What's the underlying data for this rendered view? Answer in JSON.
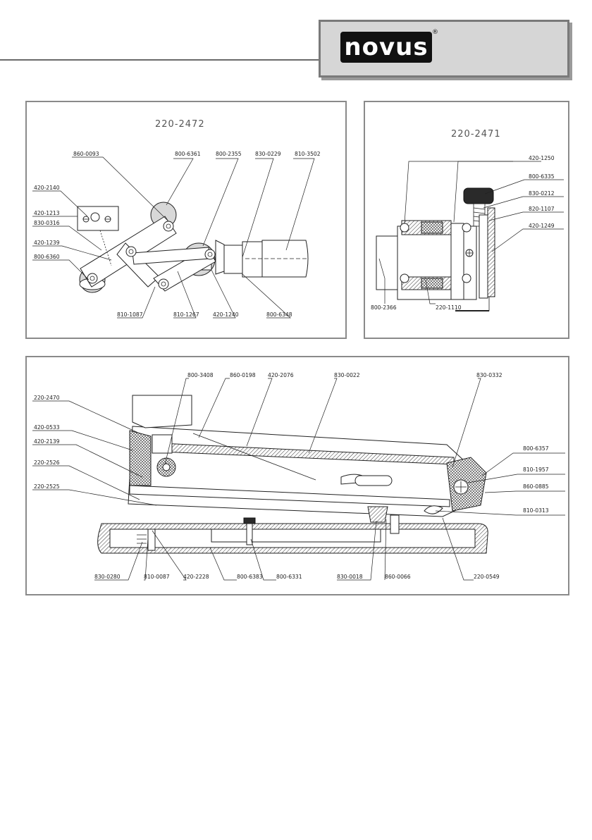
{
  "brand": {
    "name": "novus",
    "reg": "®"
  },
  "panel_a": {
    "title": "220-2472",
    "labels": [
      "860-0093",
      "800-6361",
      "800-2355",
      "830-0229",
      "810-3502",
      "420-2140",
      "420-1213",
      "830-0316",
      "420-1239",
      "800-6360",
      "810-1087",
      "810-1267",
      "420-1240",
      "800-6348"
    ]
  },
  "panel_b": {
    "title": "220-2471",
    "labels": [
      "420-1250",
      "800-6335",
      "830-0212",
      "820-1107",
      "420-1249",
      "800-2366",
      "220-1110"
    ]
  },
  "panel_c": {
    "labels": [
      "800-3408",
      "860-0198",
      "420-2076",
      "830-0022",
      "830-0332",
      "220-2470",
      "420-0533",
      "420-2139",
      "220-2526",
      "220-2525",
      "800-6357",
      "810-1957",
      "860-0885",
      "810-0313",
      "830-0280",
      "810-0087",
      "420-2228",
      "800-6383",
      "800-6331",
      "830-0018",
      "860-0066",
      "220-0549"
    ]
  }
}
